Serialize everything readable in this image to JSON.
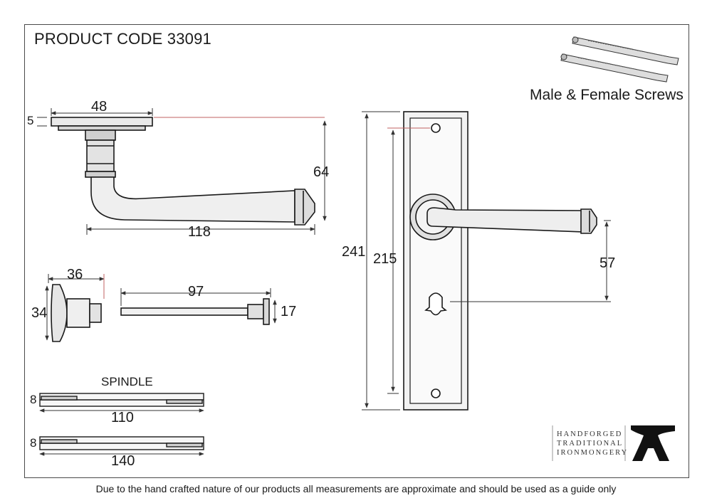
{
  "header": {
    "product_code": "PRODUCT CODE  33091"
  },
  "screws": {
    "label": "Male & Female Screws"
  },
  "lever": {
    "dim_rose_width": "48",
    "dim_rose_depth": "5",
    "dim_projection": "64",
    "dim_length": "118"
  },
  "plate": {
    "dim_height": "241",
    "dim_centres": "215",
    "dim_backset": "57"
  },
  "turn": {
    "dim_width": "36",
    "dim_height": "34",
    "dim_spindle_length": "97",
    "dim_release": "17"
  },
  "spindles": {
    "title": "SPINDLE",
    "items": [
      {
        "thickness": "8",
        "length": "110"
      },
      {
        "thickness": "8",
        "length": "140"
      }
    ]
  },
  "brand": {
    "line1": "HANDFORGED",
    "line2": "TRADITIONAL",
    "line3": "IRONMONGERY"
  },
  "footer": {
    "note": "Due to the hand crafted nature of our products all measurements are approximate and should be used as a guide only"
  }
}
